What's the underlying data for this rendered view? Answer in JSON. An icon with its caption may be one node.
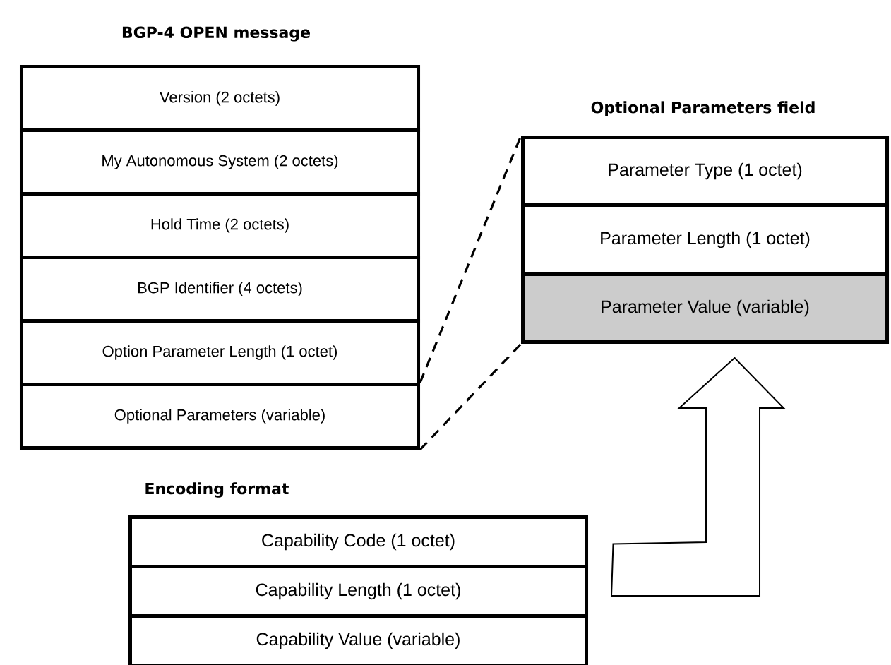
{
  "diagram": {
    "nodes": [
      {
        "text": [
          "BGP-4 OPEN message"
        ]
      },
      {
        "text": [
          "Version (2 octets)"
        ],
        "in": 0
      },
      {
        "text": [
          "My Autonomous System (2 octets)"
        ],
        "in": 0
      },
      {
        "text": [
          "Hold Time (2 octets)"
        ],
        "in": 0
      },
      {
        "text": [
          "BGP Identifier (4 octets)"
        ],
        "in": 0
      },
      {
        "text": [
          "Option Parameter Length (1 octet)"
        ],
        "in": 0
      },
      {
        "text": [
          "Optional Parameters (variable)"
        ],
        "in": 0
      },
      {
        "text": [
          "Optional Parameters field"
        ]
      },
      {
        "text": [
          "Parameter Type (1 octet)"
        ],
        "in": 7
      },
      {
        "text": [
          "Parameter Length (1 octet)"
        ],
        "in": 7
      },
      {
        "text": [
          "Parameter Value (variable)"
        ],
        "in": 7
      },
      {
        "text": [
          "Encoding format"
        ]
      },
      {
        "text": [
          "Capability Code (1 octet)"
        ],
        "in": 11
      },
      {
        "text": [
          "Capability Length (1 octet)"
        ],
        "in": 11
      },
      {
        "text": [
          "Capability Value (variable)"
        ],
        "in": 11
      }
    ],
    "edges": [
      {
        "from": 6,
        "to": 7,
        "arrow": "none",
        "style": "dashed"
      },
      {
        "from": 6,
        "to": 7,
        "arrow": "none",
        "style": "dashed"
      },
      {
        "from": 11,
        "to": 10,
        "arrow": "to",
        "style": "thick"
      }
    ]
  }
}
